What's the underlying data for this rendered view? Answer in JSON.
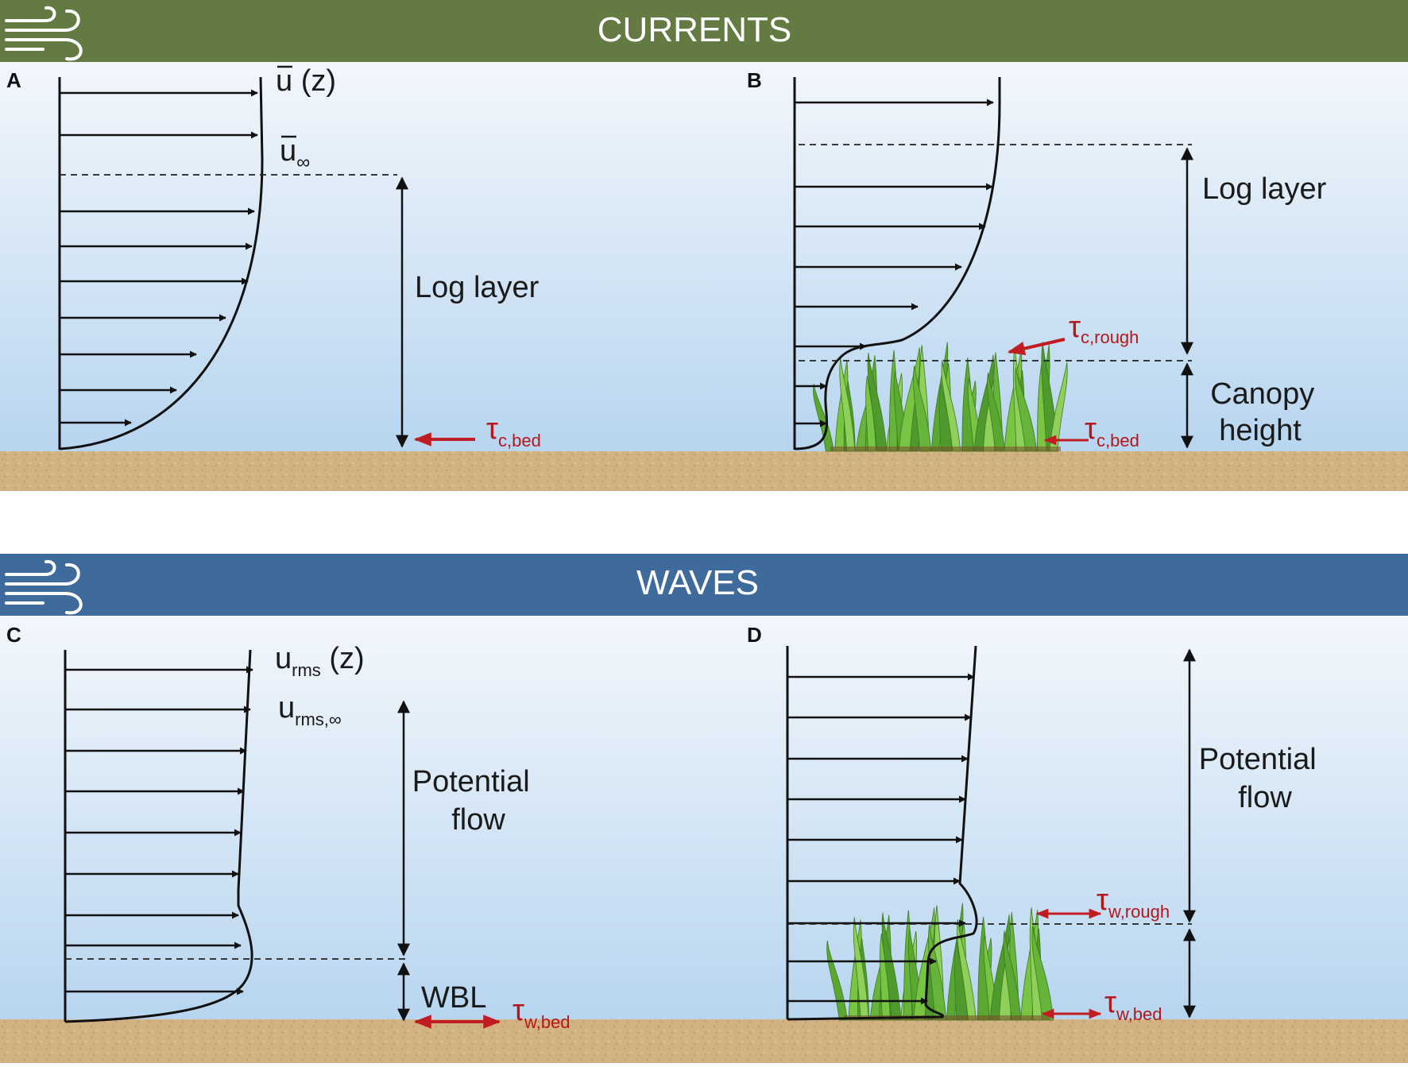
{
  "banners": {
    "currents": {
      "title": "CURRENTS",
      "color": "#637a42",
      "icon": "wind-icon"
    },
    "waves": {
      "title": "WAVES",
      "color": "#3f6a9c",
      "icon": "wind-icon"
    }
  },
  "colors": {
    "water_top": "#f3f7fc",
    "water_bottom": "#b7d5ef",
    "sediment": "#d2b182",
    "shear_arrow": "#c01c22",
    "seagrass": "#6cb83a"
  },
  "panels": {
    "a": {
      "letter": "A",
      "profile_label": {
        "symbol": "u",
        "suffix": " (z)"
      },
      "freestream_label": {
        "symbol": "u",
        "subscript": "∞"
      },
      "layer_label": "Log layer",
      "shear_label": {
        "symbol": "τ",
        "subscript": "c,bed"
      }
    },
    "b": {
      "letter": "B",
      "layer_label": "Log layer",
      "canopy_label": [
        "Canopy",
        "height"
      ],
      "shear_rough": {
        "symbol": "τ",
        "subscript": "c,rough"
      },
      "shear_bed": {
        "symbol": "τ",
        "subscript": "c,bed"
      }
    },
    "c": {
      "letter": "C",
      "profile_label": {
        "symbol": "u",
        "subscript": "rms",
        "suffix": " (z)"
      },
      "freestream_label": {
        "symbol": "u",
        "subscript": "rms,∞"
      },
      "layer_label": [
        "Potential",
        "flow"
      ],
      "wbl_label": "WBL",
      "shear_label": {
        "symbol": "τ",
        "subscript": "w,bed"
      }
    },
    "d": {
      "letter": "D",
      "layer_label": [
        "Potential",
        "flow"
      ],
      "shear_rough": {
        "symbol": "τ",
        "subscript": "w,rough"
      },
      "shear_bed": {
        "symbol": "τ",
        "subscript": "w,bed"
      }
    }
  }
}
